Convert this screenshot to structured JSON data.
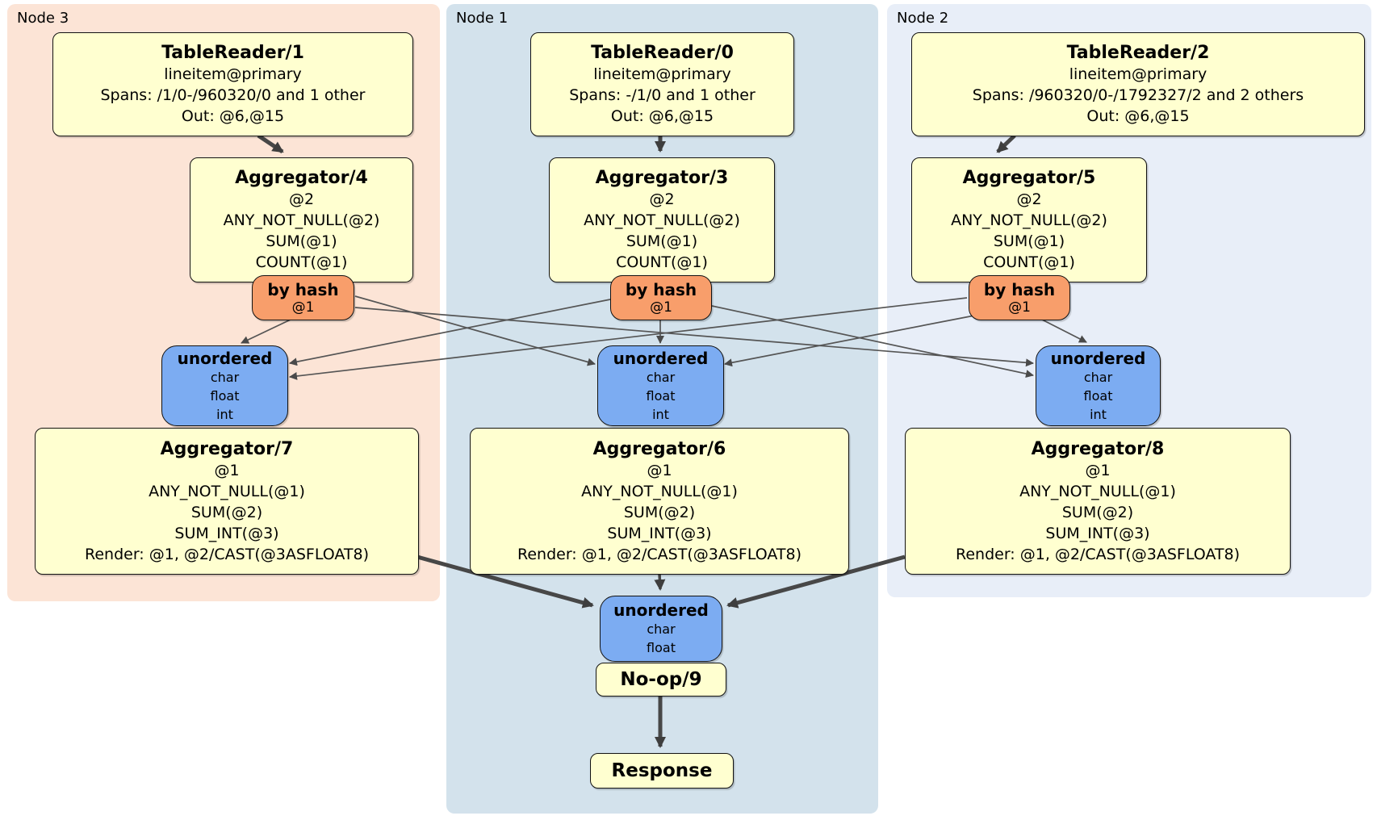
{
  "colors": {
    "node3_bg": "#fce4d6",
    "node1_bg": "#d3e2ec",
    "node2_bg": "#e8eef8",
    "processor_fill": "#ffffd0",
    "router_fill": "#f89e6b",
    "sync_fill": "#7cacf2",
    "edge": "#555555"
  },
  "node3": {
    "label": "Node 3",
    "tablereader": {
      "title": "TableReader/1",
      "lines": [
        "lineitem@primary",
        "Spans: /1/0-/960320/0 and 1 other",
        "Out: @6,@15"
      ]
    },
    "aggregator_top": {
      "title": "Aggregator/4",
      "lines": [
        "@2",
        "ANY_NOT_NULL(@2)",
        "SUM(@1)",
        "COUNT(@1)"
      ]
    },
    "router": {
      "title": "by hash",
      "sub": "@1"
    },
    "sync": {
      "title": "unordered",
      "lines": [
        "char",
        "float",
        "int"
      ]
    },
    "aggregator_bottom": {
      "title": "Aggregator/7",
      "lines": [
        "@1",
        "ANY_NOT_NULL(@1)",
        "SUM(@2)",
        "SUM_INT(@3)",
        "Render: @1, @2/CAST(@3ASFLOAT8)"
      ]
    }
  },
  "node1": {
    "label": "Node 1",
    "tablereader": {
      "title": "TableReader/0",
      "lines": [
        "lineitem@primary",
        "Spans: -/1/0 and 1 other",
        "Out: @6,@15"
      ]
    },
    "aggregator_top": {
      "title": "Aggregator/3",
      "lines": [
        "@2",
        "ANY_NOT_NULL(@2)",
        "SUM(@1)",
        "COUNT(@1)"
      ]
    },
    "router": {
      "title": "by hash",
      "sub": "@1"
    },
    "sync": {
      "title": "unordered",
      "lines": [
        "char",
        "float",
        "int"
      ]
    },
    "aggregator_bottom": {
      "title": "Aggregator/6",
      "lines": [
        "@1",
        "ANY_NOT_NULL(@1)",
        "SUM(@2)",
        "SUM_INT(@3)",
        "Render: @1, @2/CAST(@3ASFLOAT8)"
      ]
    },
    "sync_out": {
      "title": "unordered",
      "lines": [
        "char",
        "float"
      ]
    },
    "noop": {
      "title": "No-op/9"
    },
    "response": {
      "title": "Response"
    }
  },
  "node2": {
    "label": "Node 2",
    "tablereader": {
      "title": "TableReader/2",
      "lines": [
        "lineitem@primary",
        "Spans: /960320/0-/1792327/2 and 2 others",
        "Out: @6,@15"
      ]
    },
    "aggregator_top": {
      "title": "Aggregator/5",
      "lines": [
        "@2",
        "ANY_NOT_NULL(@2)",
        "SUM(@1)",
        "COUNT(@1)"
      ]
    },
    "router": {
      "title": "by hash",
      "sub": "@1"
    },
    "sync": {
      "title": "unordered",
      "lines": [
        "char",
        "float",
        "int"
      ]
    },
    "aggregator_bottom": {
      "title": "Aggregator/8",
      "lines": [
        "@1",
        "ANY_NOT_NULL(@1)",
        "SUM(@2)",
        "SUM_INT(@3)",
        "Render: @1, @2/CAST(@3ASFLOAT8)"
      ]
    }
  }
}
